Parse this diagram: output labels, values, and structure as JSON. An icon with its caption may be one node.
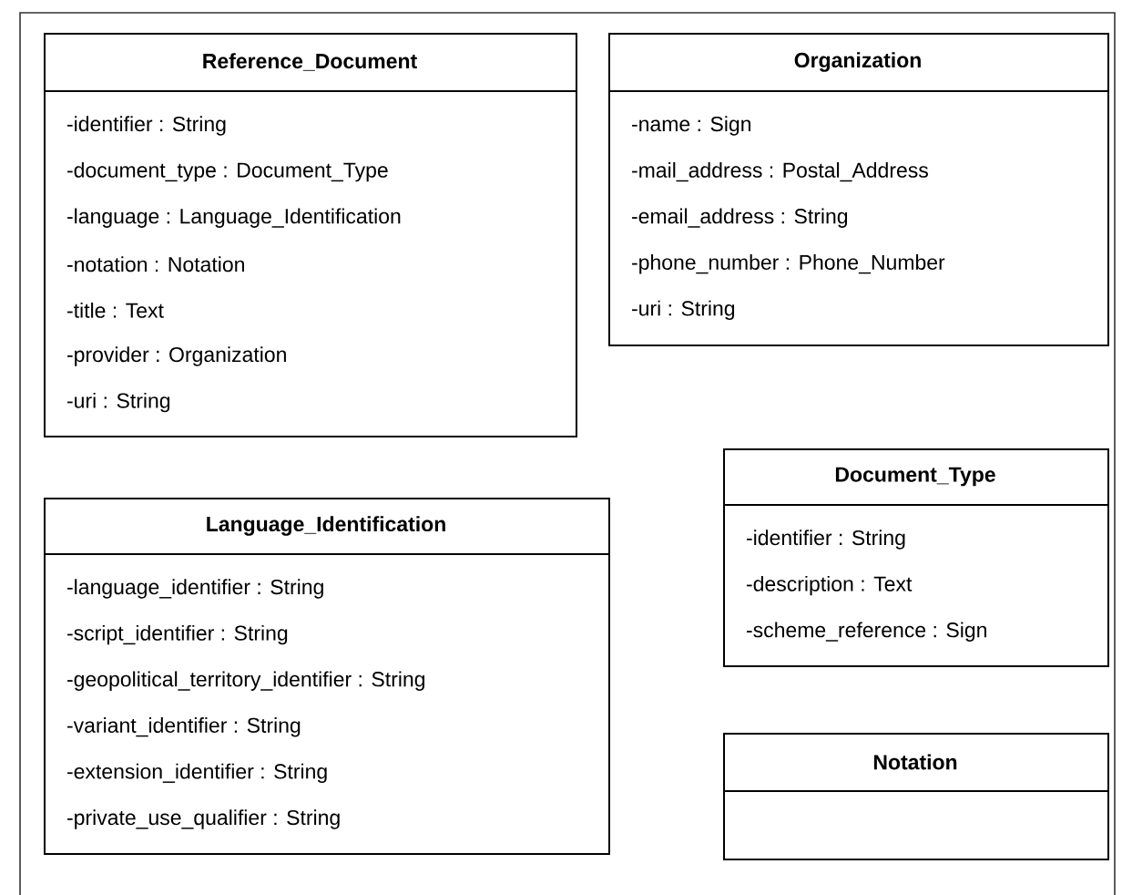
{
  "diagram": {
    "nodes": [
      {
        "text": [
          "Reference_Document",
          "-identifier : String",
          "-document_type : Document_Type",
          "-language : Language_Identification",
          "-notation : Notation",
          "-title : Text",
          "-provider : Organization",
          "-uri : String"
        ]
      },
      {
        "text": [
          "Organization",
          "-name : Sign",
          "-mail_address : Postal_Address",
          "-email_address : String",
          "-phone_number : Phone_Number",
          "-uri : String"
        ]
      },
      {
        "text": [
          "Language_Identification",
          "-language_identifier : String",
          "-script_identifier : String",
          "-geopolitical_territory_identifier : String",
          "-variant_identifier : String",
          "-extension_identifier : String",
          "-private_use_qualifier : String"
        ]
      },
      {
        "text": [
          "Document_Type",
          "-identifier : String",
          "-description : Text",
          "-scheme_reference : Sign"
        ]
      },
      {
        "text": [
          "Notation"
        ]
      }
    ]
  }
}
